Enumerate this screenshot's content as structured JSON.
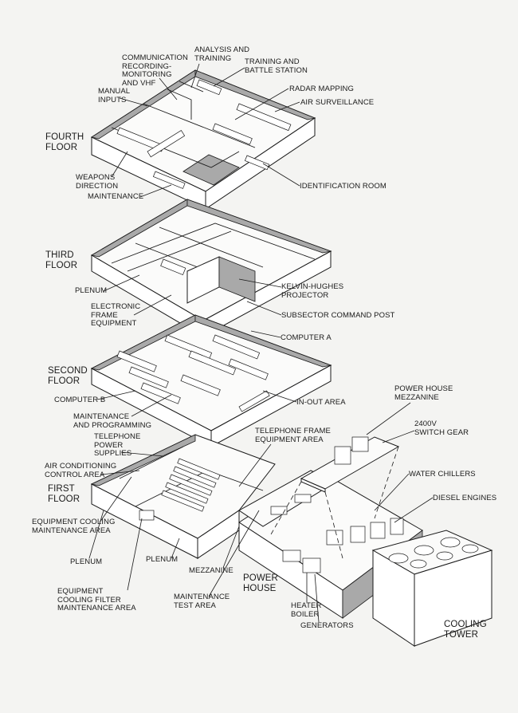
{
  "floors": {
    "fourth": "FOURTH\nFLOOR",
    "third": "THIRD\nFLOOR",
    "second": "SECOND\nFLOOR",
    "first": "FIRST\nFLOOR",
    "power_house": "POWER\nHOUSE",
    "cooling_tower": "COOLING\nTOWER"
  },
  "fourth_floor_labels": {
    "communication": "COMMUNICATION\nRECORDING-\nMONITORING\nAND VHF",
    "analysis": "ANALYSIS AND\nTRAINING",
    "battle_station": "TRAINING AND\nBATTLE STATION",
    "manual_inputs": "MANUAL\nINPUTS",
    "radar_mapping": "RADAR MAPPING",
    "air_surveillance": "AIR SURVEILLANCE",
    "weapons_direction": "WEAPONS\nDIRECTION",
    "maintenance": "MAINTENANCE",
    "identification_room": "IDENTIFICATION ROOM"
  },
  "third_floor_labels": {
    "plenum": "PLENUM",
    "electronic_frame": "ELECTRONIC\nFRAME\nEQUIPMENT",
    "kelvin_hughes": "KELVIN-HUGHES\nPROJECTOR",
    "subsector": "SUBSECTOR COMMAND POST"
  },
  "second_floor_labels": {
    "computer_a": "COMPUTER A",
    "computer_b": "COMPUTER B",
    "in_out": "IN-OUT AREA",
    "maint_prog": "MAINTENANCE\nAND PROGRAMMING"
  },
  "first_floor_labels": {
    "ph_mezzanine": "POWER HOUSE\nMEZZANINE",
    "switch_gear": "2400V\nSWITCH GEAR",
    "telephone_frame": "TELEPHONE FRAME\nEQUIPMENT AREA",
    "telephone_power": "TELEPHONE\nPOWER\nSUPPLIES",
    "air_conditioning": "AIR CONDITIONING\nCONTROL AREA",
    "water_chillers": "WATER CHILLERS",
    "diesel_engines": "DIESEL ENGINES",
    "equip_cooling": "EQUIPMENT COOLING\nMAINTENANCE AREA",
    "plenum_left": "PLENUM",
    "cooling_filter": "EQUIPMENT\nCOOLING FILTER\nMAINTENANCE AREA",
    "plenum_right": "PLENUM",
    "mezzanine": "MEZZANINE",
    "maint_test": "MAINTENANCE\nTEST AREA",
    "heater_boiler": "HEATER\nBOILER",
    "generators": "GENERATORS"
  }
}
